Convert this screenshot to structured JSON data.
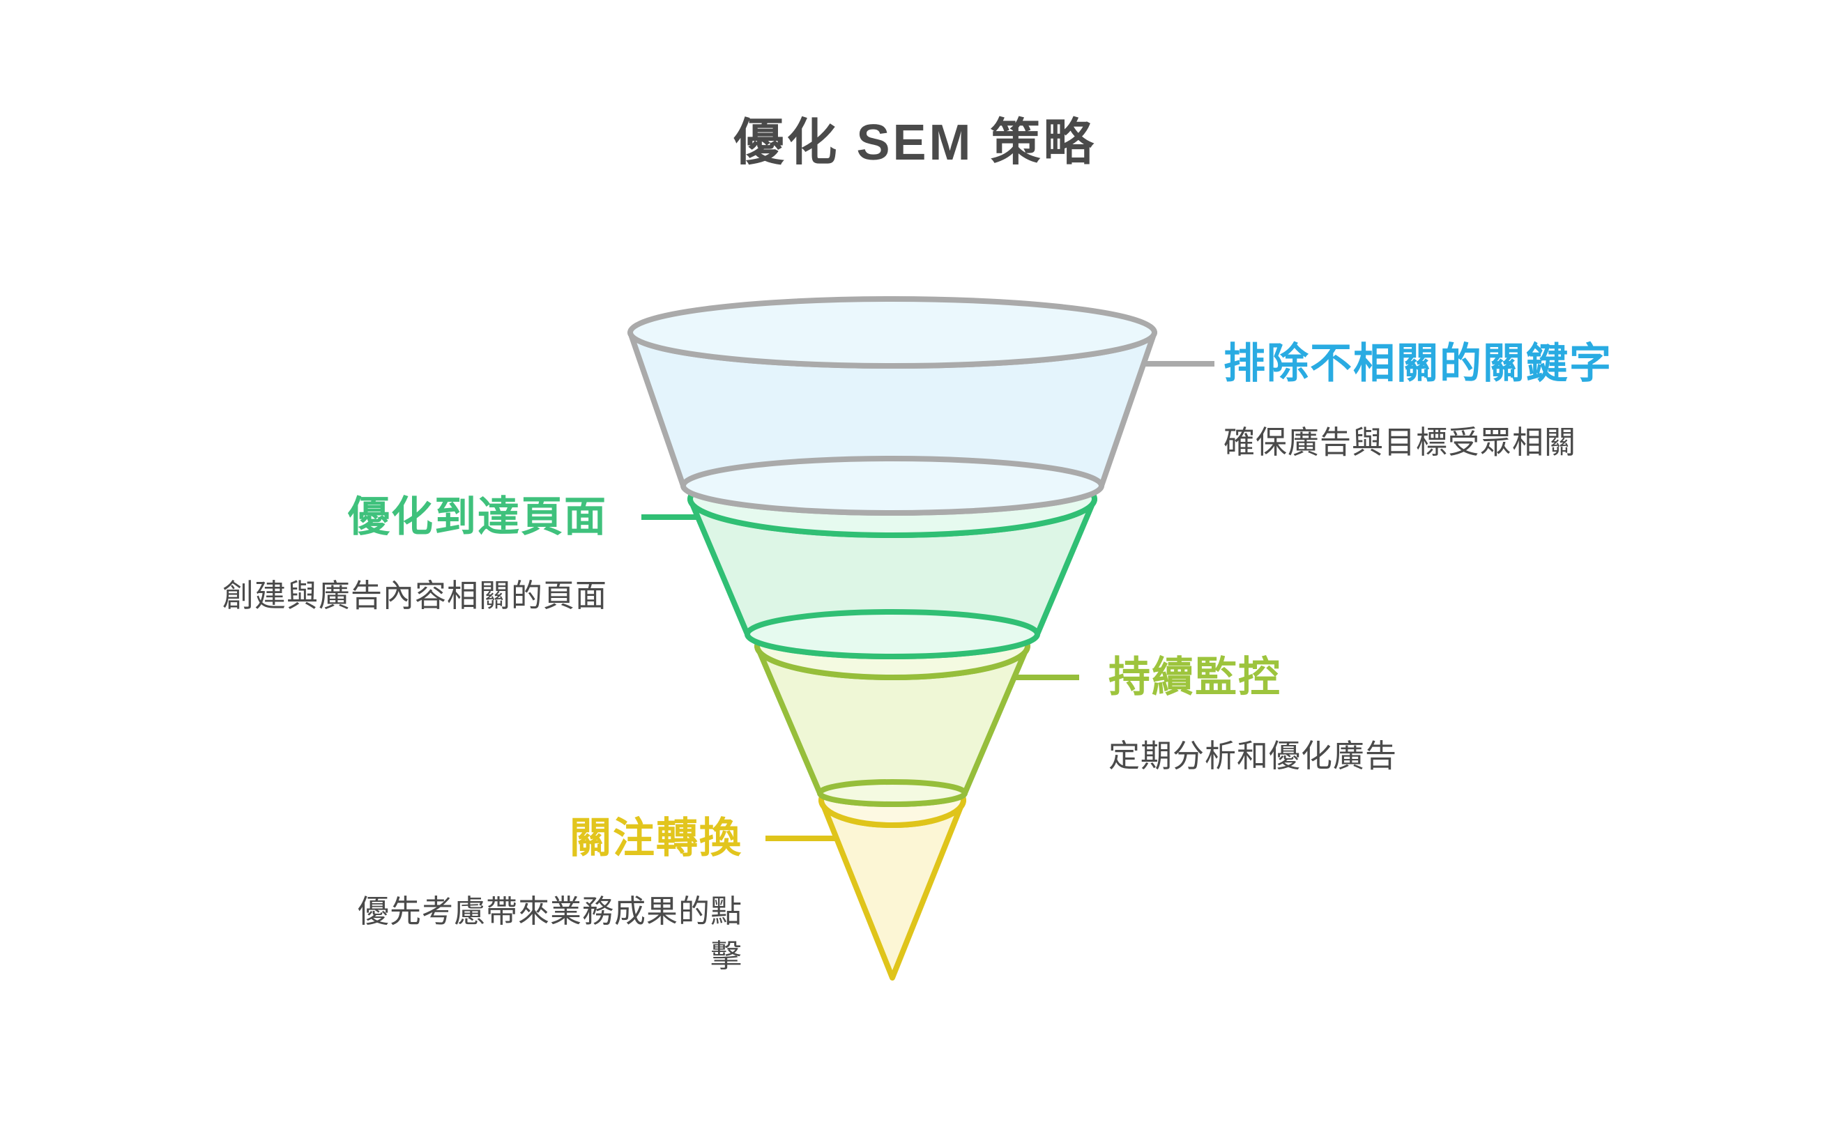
{
  "page": {
    "title": "優化 SEM 策略",
    "background": "#FFFFFF",
    "title_color": "#4A4A4A",
    "text_color": "#4A4A4A"
  },
  "funnel": {
    "levels": [
      {
        "id": 1,
        "title": "排除不相關的關鍵字",
        "description": "確保廣告與目標受眾相關",
        "side": "right",
        "accent_color": "#29ABE2",
        "stroke_color": "#AAAAAA",
        "fill_color": "#E4F4FC",
        "rim_fill_color": "#EBF8FD"
      },
      {
        "id": 2,
        "title": "優化到達頁面",
        "description": "創建與廣告內容相關的頁面",
        "side": "left",
        "accent_color": "#3FC17C",
        "stroke_color": "#30BF74",
        "fill_color": "#DDF6E6",
        "rim_fill_color": "#E6FAEF"
      },
      {
        "id": 3,
        "title": "持續監控",
        "description": "定期分析和優化廣告",
        "side": "right",
        "accent_color": "#9DC43D",
        "stroke_color": "#96BE3B",
        "fill_color": "#EFF7D6",
        "rim_fill_color": "#F4FAE1"
      },
      {
        "id": 4,
        "title": "關注轉換",
        "description": "優先考慮帶來業務成果的點擊",
        "side": "left",
        "accent_color": "#E2C51D",
        "stroke_color": "#DFC41A",
        "fill_color": "#FCF6D5",
        "rim_fill_color": "#FDF9E2"
      }
    ]
  }
}
